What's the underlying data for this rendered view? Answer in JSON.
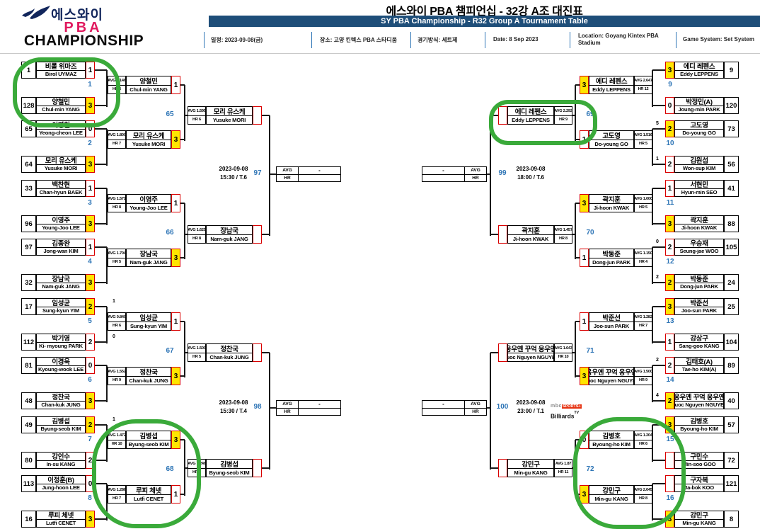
{
  "header": {
    "logo": {
      "kr": "에스와이",
      "pba": "PBA",
      "championship": "CHAMPIONSHIP"
    },
    "title": "에스와이 PBA 챔피언십 - 32강 A조 대진표",
    "subtitle": "SY PBA Championship - R32 Group A Tournament Table",
    "info": [
      "일정: 2023-09-08(금)",
      "장소: 고양 킨텍스 PBA 스타디움",
      "경기방식: 세트제",
      "Date: 8 Sep 2023",
      "Location: Goyang Kintex PBA Stadium",
      "Game System: Set System"
    ]
  },
  "labels": {
    "avg": "AVG",
    "hr": "HR"
  },
  "colors": {
    "bar": "#1e4e79",
    "match_number": "#2e75b6",
    "winner_fill": "#ffe500",
    "score_border": "#d90000",
    "annotation": "#3aaa3a",
    "pba_pink": "#e0195e",
    "logo_navy": "#12265c"
  },
  "bracket": {
    "left": {
      "round1": [
        {
          "num": "1",
          "players": [
            {
              "seed": "1",
              "kr": "비롤 위마즈",
              "en": "Birol UYMAZ",
              "score": "1",
              "win": false
            },
            {
              "seed": "128",
              "kr": "양철민",
              "en": "Chul-min YANG",
              "score": "3",
              "win": true
            }
          ]
        },
        {
          "num": "2",
          "players": [
            {
              "seed": "65",
              "kr": "이영천",
              "en": "Yeong-cheon LEE",
              "score": "0",
              "win": false
            },
            {
              "seed": "64",
              "kr": "모리 유스케",
              "en": "Yusuke MORI",
              "score": "3",
              "win": true
            }
          ]
        },
        {
          "num": "3",
          "players": [
            {
              "seed": "33",
              "kr": "백찬현",
              "en": "Chan-hyun BAEK",
              "score": "1",
              "win": false
            },
            {
              "seed": "96",
              "kr": "이영주",
              "en": "Young-Joo LEE",
              "score": "3",
              "win": true
            }
          ]
        },
        {
          "num": "4",
          "players": [
            {
              "seed": "97",
              "kr": "김종완",
              "en": "Jong-wan KIM",
              "score": "1",
              "win": false
            },
            {
              "seed": "32",
              "kr": "장남국",
              "en": "Nam-guk JANG",
              "score": "3",
              "win": true
            }
          ]
        },
        {
          "num": "5",
          "players": [
            {
              "seed": "17",
              "kr": "임성균",
              "en": "Sung-kyun YIM",
              "score": "2",
              "win": true,
              "sub": "1"
            },
            {
              "seed": "112",
              "kr": "박기영",
              "en": "Ki- myoung PARK",
              "score": "2",
              "win": false,
              "sub": "0"
            }
          ]
        },
        {
          "num": "6",
          "players": [
            {
              "seed": "81",
              "kr": "이경욱",
              "en": "Kyoung-wook LEE",
              "score": "0",
              "win": false
            },
            {
              "seed": "48",
              "kr": "정찬국",
              "en": "Chan-kuk JUNG",
              "score": "3",
              "win": true
            }
          ]
        },
        {
          "num": "7",
          "players": [
            {
              "seed": "49",
              "kr": "김병섭",
              "en": "Byung-seob KIM",
              "score": "2",
              "win": true,
              "sub": "1"
            },
            {
              "seed": "80",
              "kr": "강인수",
              "en": "In-su KANG",
              "score": "2",
              "win": false
            }
          ]
        },
        {
          "num": "8",
          "players": [
            {
              "seed": "113",
              "kr": "이정훈(B)",
              "en": "Jung-hoon LEE",
              "score": "0",
              "win": false
            },
            {
              "seed": "16",
              "kr": "루피 체넷",
              "en": "Lutfi CENET",
              "score": "3",
              "win": true
            }
          ]
        }
      ],
      "round16": [
        {
          "num": "65",
          "players": [
            {
              "avg": "AVG 1.146",
              "hr": "HR 5",
              "kr": "양철민",
              "en": "Chul-min YANG",
              "score": "1",
              "win": false
            },
            {
              "avg": "AVG 1.800",
              "hr": "HR 7",
              "kr": "모리 유스케",
              "en": "Yusuke MORI",
              "score": "3",
              "win": true
            }
          ]
        },
        {
          "num": "66",
          "players": [
            {
              "avg": "AVG 1.571",
              "hr": "HR 8",
              "kr": "이영주",
              "en": "Young-Joo LEE",
              "score": "1",
              "win": false
            },
            {
              "avg": "AVG 1.704",
              "hr": "HR 5",
              "kr": "장남국",
              "en": "Nam-guk JANG",
              "score": "3",
              "win": true
            }
          ]
        },
        {
          "num": "67",
          "players": [
            {
              "avg": "AVG 0.840",
              "hr": "HR 6",
              "kr": "임성균",
              "en": "Sung-kyun YIM",
              "score": "1",
              "win": false
            },
            {
              "avg": "AVG 1.552",
              "hr": "HR 9",
              "kr": "정찬국",
              "en": "Chan-kuk JUNG",
              "score": "3",
              "win": true
            }
          ]
        },
        {
          "num": "68",
          "players": [
            {
              "avg": "AVG 1.472",
              "hr": "HR 10",
              "kr": "김병섭",
              "en": "Byung-seob KIM",
              "score": "3",
              "win": true
            },
            {
              "avg": "AVG 1.286",
              "hr": "HR 7",
              "kr": "루피 체넷",
              "en": "Lutfi CENET",
              "score": "1",
              "win": false
            }
          ]
        }
      ],
      "qf": [
        {
          "num": "97",
          "date": "2023-09-08",
          "time": "15:30 / T.6",
          "players": [
            {
              "avg": "AVG 1.595",
              "hr": "HR 6",
              "kr": "모리 유스케",
              "en": "Yusuke MORI",
              "score": "",
              "win": false
            },
            {
              "avg": "AVG 1.625",
              "hr": "HR 8",
              "kr": "장남국",
              "en": "Nam-guk JANG",
              "score": "",
              "win": false
            }
          ],
          "result": {
            "avg": "-",
            "hr": ""
          }
        },
        {
          "num": "98",
          "date": "2023-09-08",
          "time": "15:30 / T.4",
          "players": [
            {
              "avg": "AVG 1.500",
              "hr": "HR 5",
              "kr": "정찬국",
              "en": "Chan-kuk JUNG",
              "score": "",
              "win": false
            },
            {
              "avg": "AVG 1.246",
              "hr": "HR 9",
              "kr": "김병섭",
              "en": "Byung-seob KIM",
              "score": "",
              "win": false
            }
          ],
          "result": {
            "avg": "-",
            "hr": ""
          }
        }
      ]
    },
    "right": {
      "round1": [
        {
          "num": "9",
          "players": [
            {
              "seed": "9",
              "kr": "에디 레펜스",
              "en": "Eddy LEPPENS",
              "score": "3",
              "win": true
            },
            {
              "seed": "120",
              "kr": "박정민(A)",
              "en": "Joung-min PARK",
              "score": "0",
              "win": false
            }
          ]
        },
        {
          "num": "10",
          "players": [
            {
              "seed": "73",
              "kr": "고도영",
              "en": "Do-young GO",
              "score": "2",
              "win": true,
              "sub": "5"
            },
            {
              "seed": "56",
              "kr": "김원섭",
              "en": "Won-sup KIM",
              "score": "2",
              "win": false,
              "sub": "1"
            }
          ]
        },
        {
          "num": "11",
          "players": [
            {
              "seed": "41",
              "kr": "서현민",
              "en": "Hyun-min SEO",
              "score": "1",
              "win": false
            },
            {
              "seed": "88",
              "kr": "곽지훈",
              "en": "Ji-hoon KWAK",
              "score": "3",
              "win": true
            }
          ]
        },
        {
          "num": "12",
          "players": [
            {
              "seed": "105",
              "kr": "우승재",
              "en": "Seung-jae WOO",
              "score": "2",
              "win": false,
              "sub": "0"
            },
            {
              "seed": "24",
              "kr": "박동준",
              "en": "Dong-jun PARK",
              "score": "2",
              "win": true,
              "sub": "2"
            }
          ]
        },
        {
          "num": "13",
          "players": [
            {
              "seed": "25",
              "kr": "박준선",
              "en": "Joo-sun PARK",
              "score": "3",
              "win": true
            },
            {
              "seed": "104",
              "kr": "강상구",
              "en": "Sang-goo KANG",
              "score": "1",
              "win": false
            }
          ]
        },
        {
          "num": "14",
          "players": [
            {
              "seed": "89",
              "kr": "김태호(A)",
              "en": "Tae-ho KIM(A)",
              "score": "2",
              "win": false,
              "sub": "2"
            },
            {
              "seed": "40",
              "kr": "응우옌 꾸억 응우옌",
              "en": "Quoc Nguyen NGUYEN",
              "score": "2",
              "win": true,
              "sub": "4"
            }
          ]
        },
        {
          "num": "15",
          "players": [
            {
              "seed": "57",
              "kr": "김병호",
              "en": "Byoung-ho KIM",
              "score": "3",
              "win": true
            },
            {
              "seed": "72",
              "kr": "구민수",
              "en": "Min-soo GOO",
              "score": "",
              "win": false
            }
          ]
        },
        {
          "num": "16",
          "players": [
            {
              "seed": "121",
              "kr": "구자복",
              "en": "Ja-bok KOO",
              "score": "",
              "win": false
            },
            {
              "seed": "8",
              "kr": "강민구",
              "en": "Min-gu KANG",
              "score": "3",
              "win": true
            }
          ]
        }
      ],
      "round16": [
        {
          "num": "69",
          "players": [
            {
              "avg": "AVG 2.647",
              "hr": "HR 12",
              "kr": "에디 레펜스",
              "en": "Eddy LEPPENS",
              "score": "3",
              "win": true
            },
            {
              "avg": "AVG 1.516",
              "hr": "HR 5",
              "kr": "고도영",
              "en": "Do-young GO",
              "score": "1",
              "win": false
            }
          ]
        },
        {
          "num": "70",
          "players": [
            {
              "avg": "AVG 1.000",
              "hr": "HR 5",
              "kr": "곽지훈",
              "en": "Ji-hoon KWAK",
              "score": "3",
              "win": true
            },
            {
              "avg": "AVG 1.150",
              "hr": "HR 4",
              "kr": "박동준",
              "en": "Dong-jun PARK",
              "score": "1",
              "win": false
            }
          ]
        },
        {
          "num": "71",
          "players": [
            {
              "avg": "AVG 1.282",
              "hr": "HR 7",
              "kr": "박준선",
              "en": "Joo-sun PARK",
              "score": "1",
              "win": false
            },
            {
              "avg": "AVG 1.500",
              "hr": "HR 9",
              "kr": "응우옌 꾸억 응우옌",
              "en": "Quoc Nguyen NGUYEN",
              "score": "3",
              "win": true
            }
          ]
        },
        {
          "num": "72",
          "players": [
            {
              "avg": "AVG 1.204",
              "hr": "HR 6",
              "kr": "김병호",
              "en": "Byoung-ho KIM",
              "score": "0",
              "win": false
            },
            {
              "avg": "AVG 2.045",
              "hr": "HR 8",
              "kr": "강민구",
              "en": "Min-gu KANG",
              "score": "3",
              "win": true
            }
          ]
        }
      ],
      "qf": [
        {
          "num": "99",
          "date": "2023-09-08",
          "time": "18:00 / T.6",
          "players": [
            {
              "avg": "AVG 2.292",
              "hr": "HR 9",
              "kr": "에디 레펜스",
              "en": "Eddy LEPPENS",
              "score": "",
              "win": false
            },
            {
              "avg": "AVG 1.457",
              "hr": "HR 8",
              "kr": "곽지훈",
              "en": "Ji-hoon KWAK",
              "score": "",
              "win": false
            }
          ],
          "result": {
            "avg": "-",
            "hr": ""
          }
        },
        {
          "num": "100",
          "date": "2023-09-08",
          "time": "23:00 / T.1",
          "broadcast": {
            "mbc": "mbc",
            "sports": "SPORTS+",
            "billiards": "Billiards",
            "tv": "TV"
          },
          "players": [
            {
              "avg": "AVG 1.643",
              "hr": "HR 10",
              "kr": "응우옌 꾸억 응우옌",
              "en": "Quoc Nguyen NGUYEN",
              "score": "",
              "win": false
            },
            {
              "avg": "AVG 1.87",
              "hr": "HR 11",
              "kr": "강민구",
              "en": "Min-gu KANG",
              "score": "",
              "win": false
            }
          ],
          "result": {
            "avg": "-",
            "hr": ""
          }
        }
      ]
    }
  }
}
